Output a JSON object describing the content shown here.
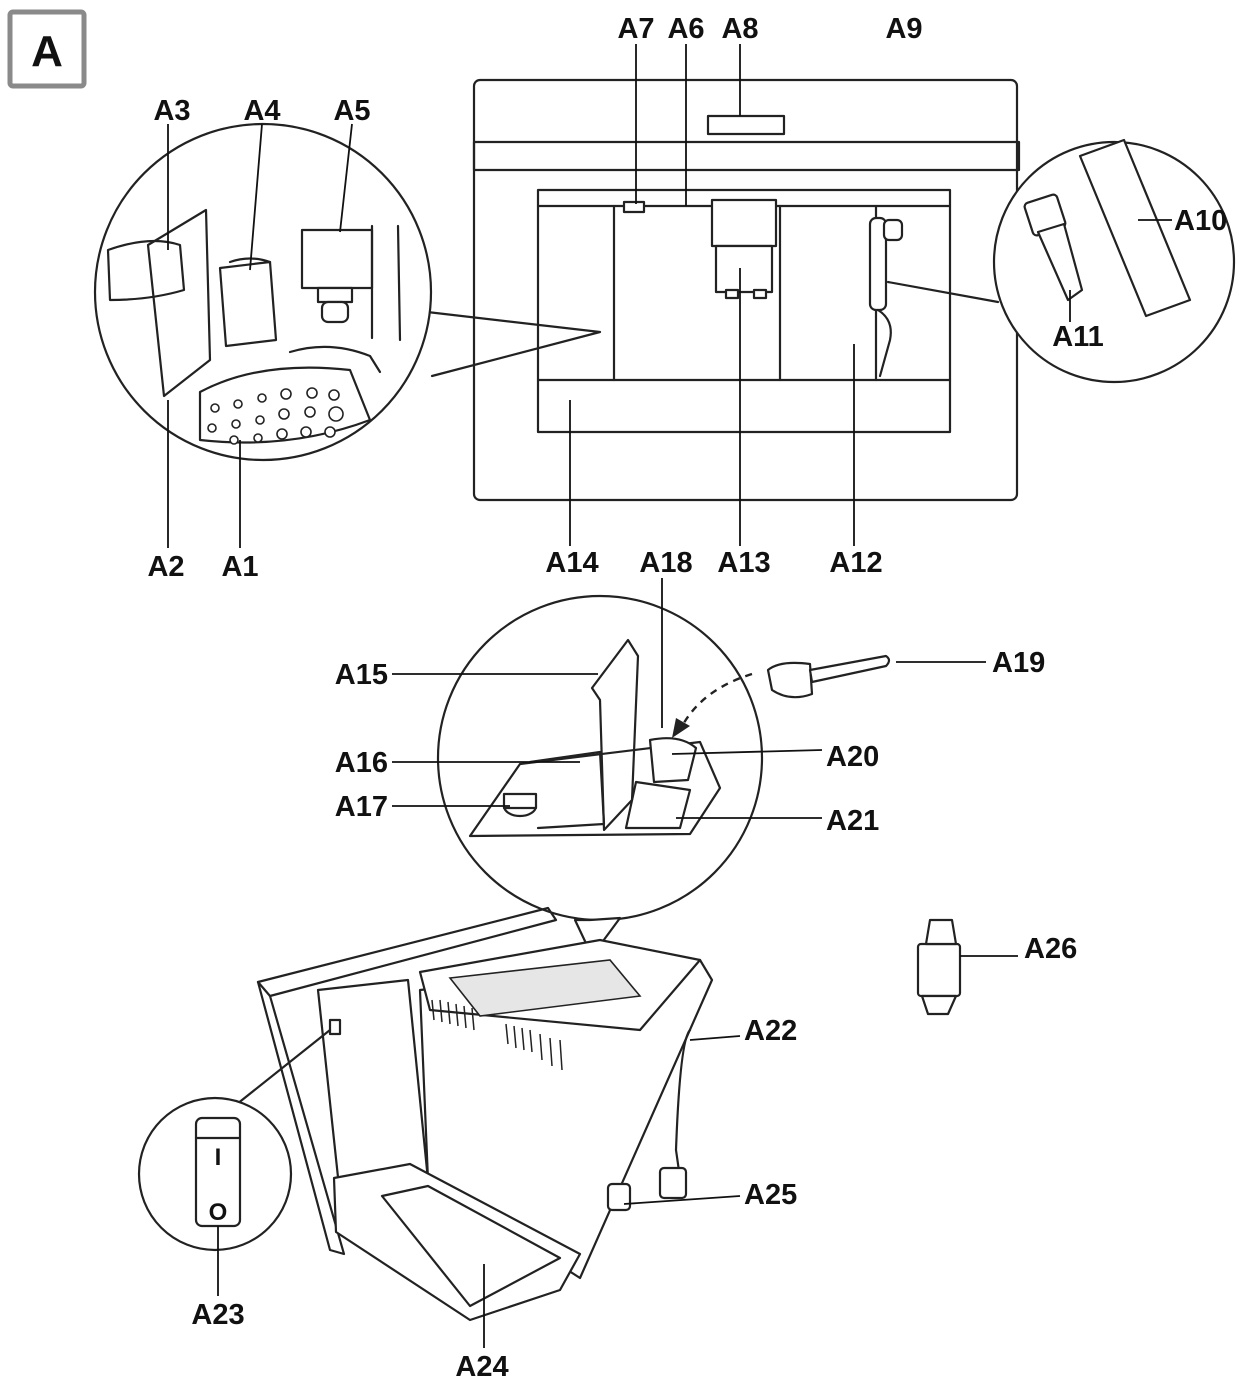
{
  "badge": "A",
  "switch": {
    "on_mark": "I",
    "off_mark": "O"
  },
  "labels": {
    "a1": "A1",
    "a2": "A2",
    "a3": "A3",
    "a4": "A4",
    "a5": "A5",
    "a6": "A6",
    "a7": "A7",
    "a8": "A8",
    "a9": "A9",
    "a10": "A10",
    "a11": "A11",
    "a12": "A12",
    "a13": "A13",
    "a14": "A14",
    "a15": "A15",
    "a16": "A16",
    "a17": "A17",
    "a18": "A18",
    "a19": "A19",
    "a20": "A20",
    "a21": "A21",
    "a22": "A22",
    "a23": "A23",
    "a24": "A24",
    "a25": "A25",
    "a26": "A26"
  }
}
